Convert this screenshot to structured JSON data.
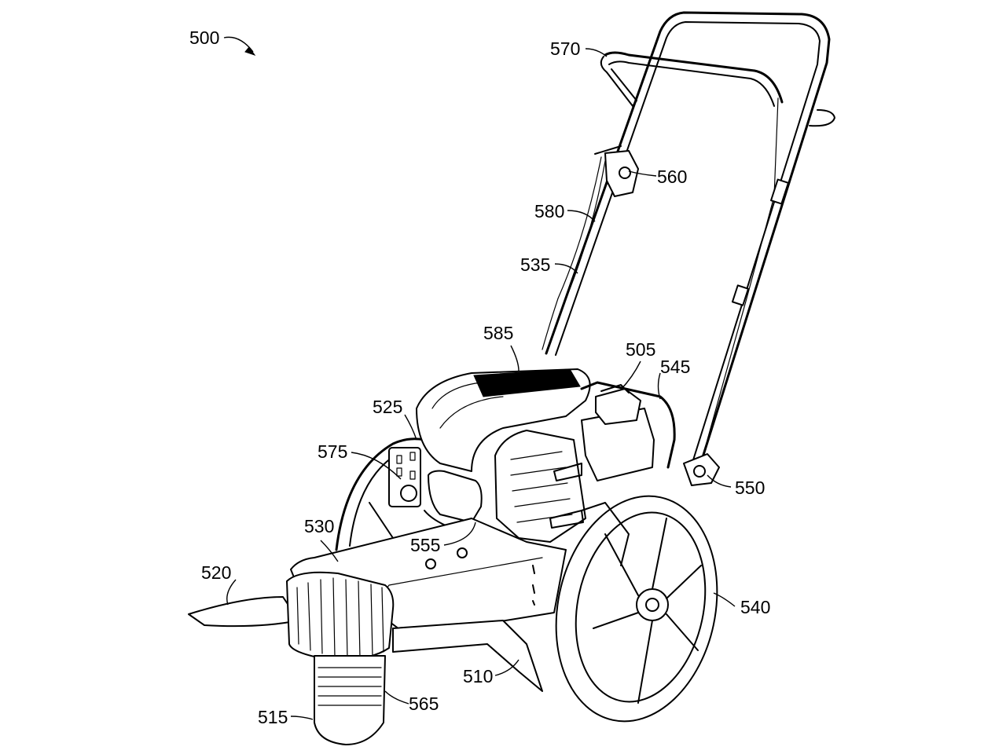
{
  "figure": {
    "assembly_ref": "500",
    "labels": [
      {
        "id": "505",
        "text": "505"
      },
      {
        "id": "510",
        "text": "510"
      },
      {
        "id": "515",
        "text": "515"
      },
      {
        "id": "520",
        "text": "520"
      },
      {
        "id": "525",
        "text": "525"
      },
      {
        "id": "530",
        "text": "530"
      },
      {
        "id": "535",
        "text": "535"
      },
      {
        "id": "540",
        "text": "540"
      },
      {
        "id": "545",
        "text": "545"
      },
      {
        "id": "550",
        "text": "550"
      },
      {
        "id": "555",
        "text": "555"
      },
      {
        "id": "560",
        "text": "560"
      },
      {
        "id": "565",
        "text": "565"
      },
      {
        "id": "570",
        "text": "570"
      },
      {
        "id": "575",
        "text": "575"
      },
      {
        "id": "580",
        "text": "580"
      },
      {
        "id": "585",
        "text": "585"
      }
    ]
  }
}
